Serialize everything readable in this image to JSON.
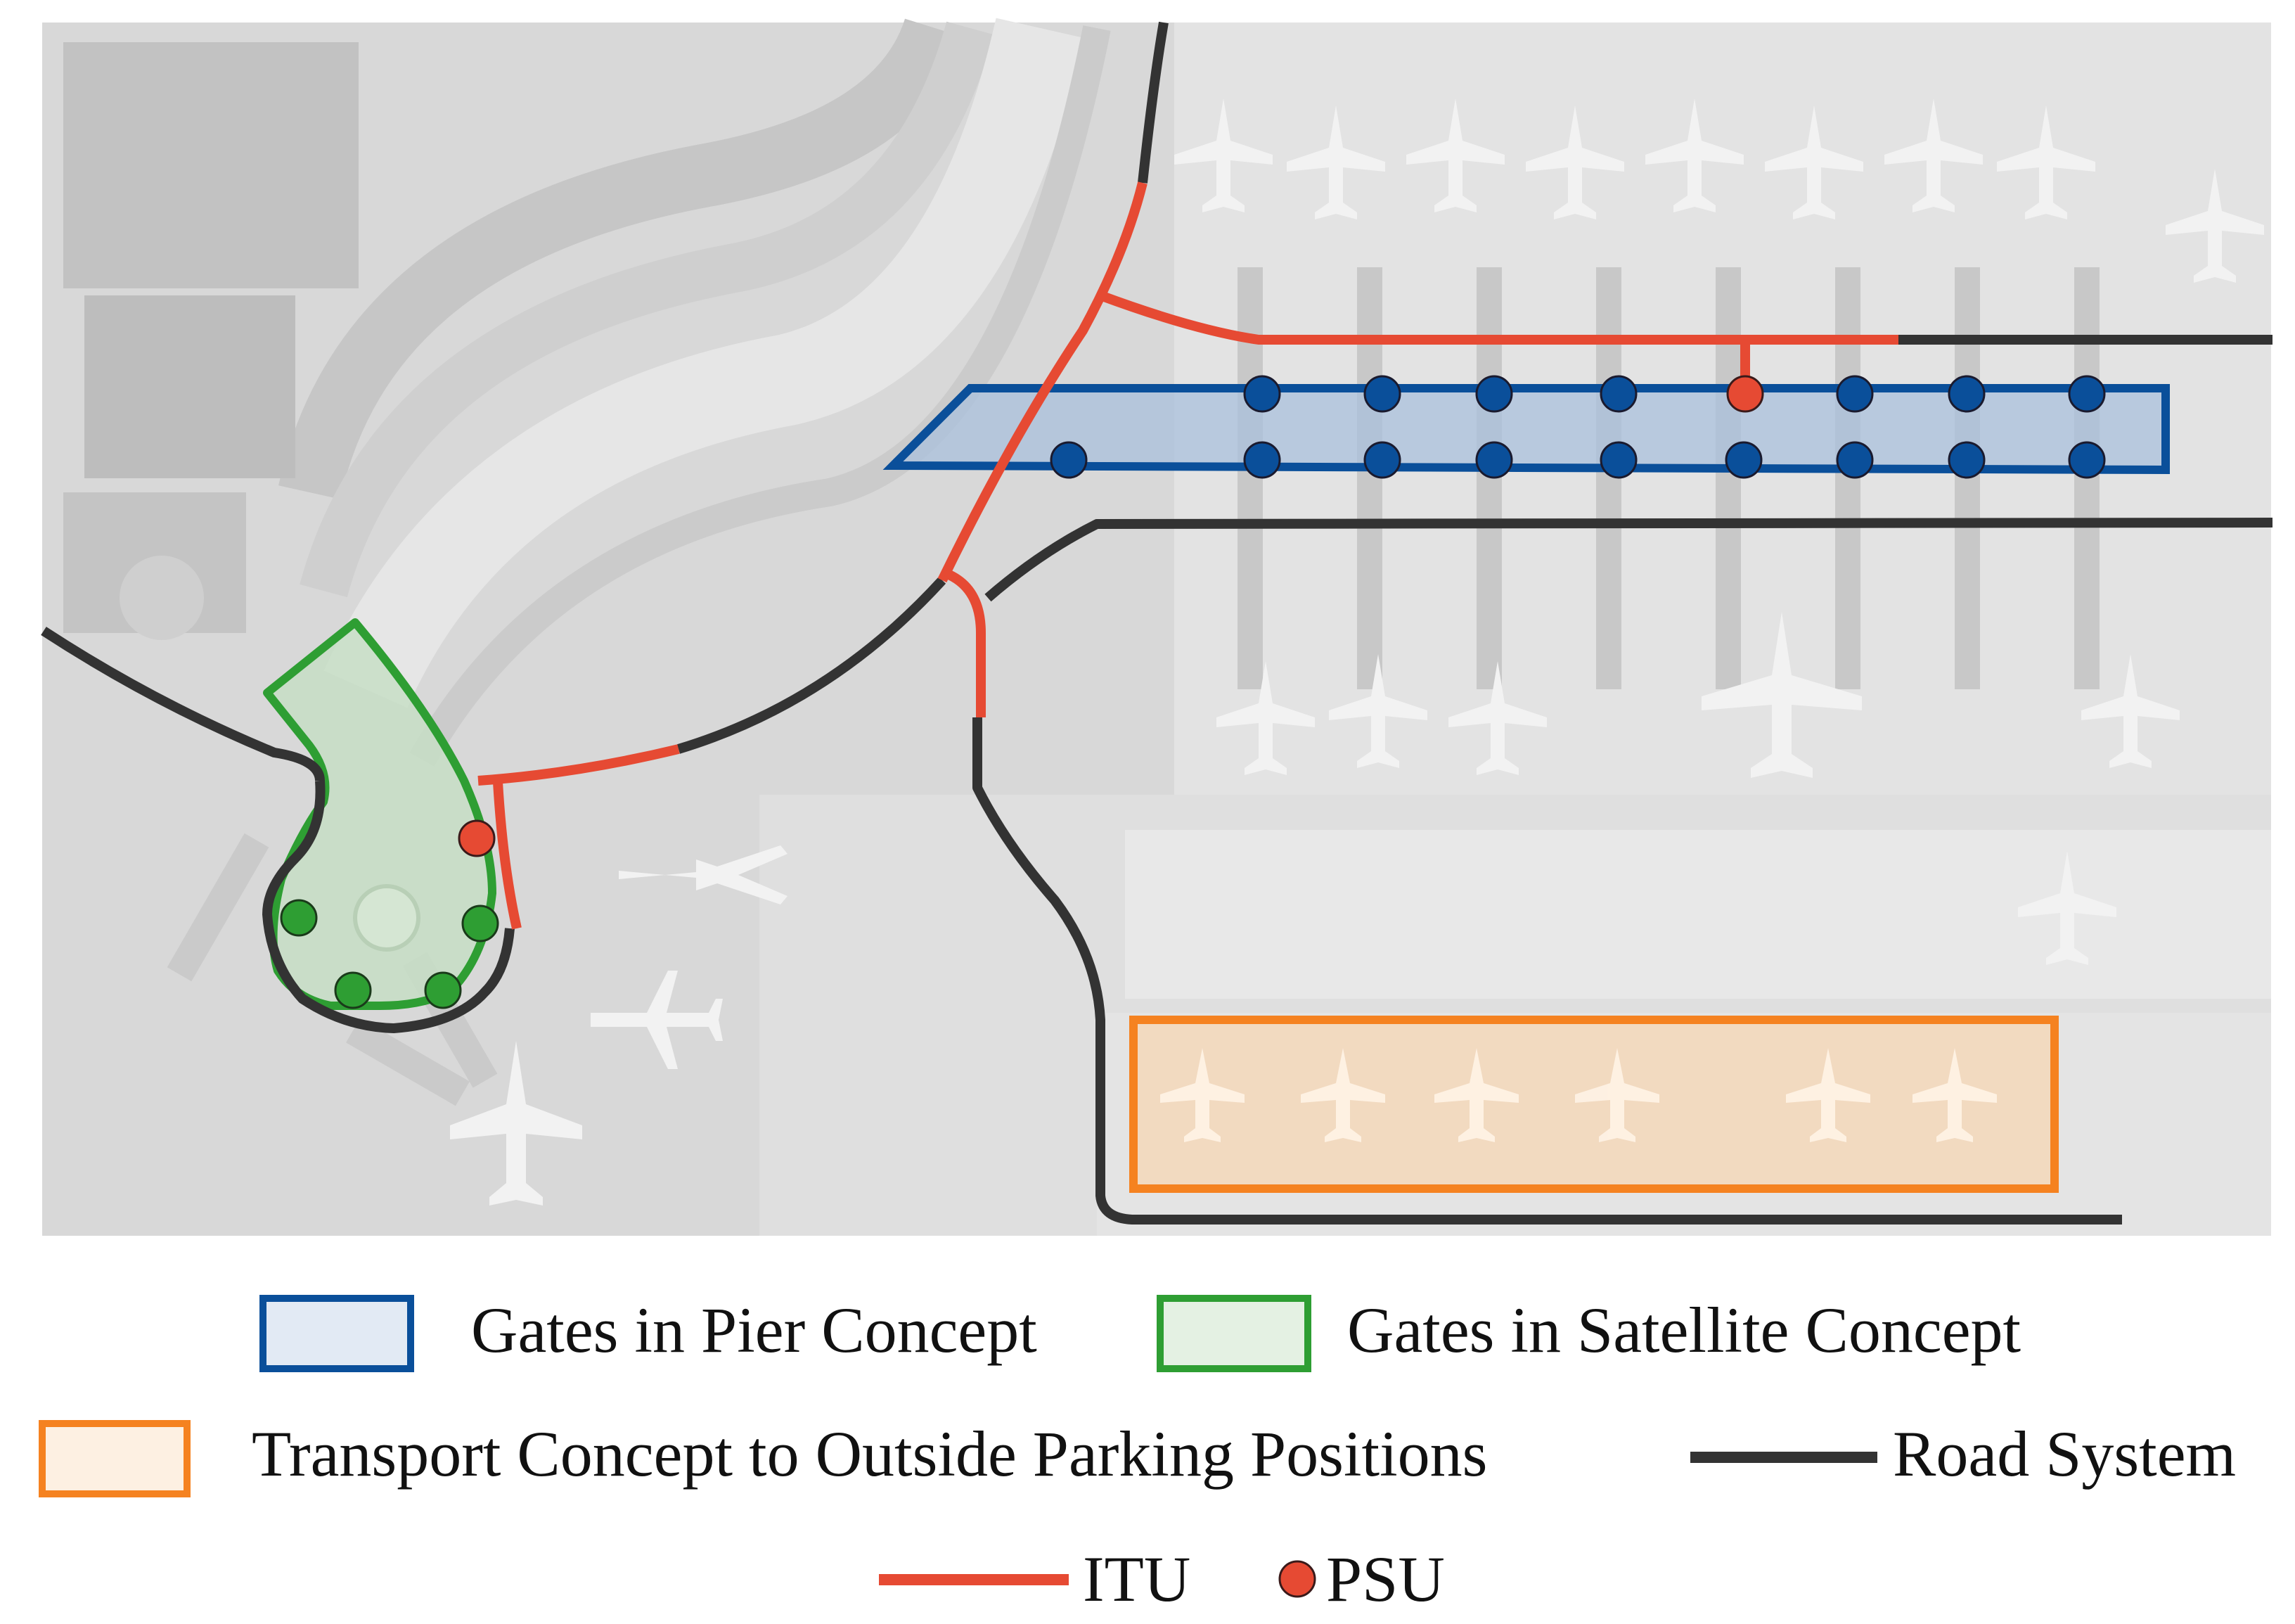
{
  "legend": {
    "pier": "Gates in Pier Concept",
    "satellite": "Gates in Satellite Concept",
    "transport": "Transport Concept to Outside Parking Positions",
    "road": "Road System",
    "itu": "ITU",
    "psu": "PSU"
  },
  "colors": {
    "road": "#333333",
    "itu": "#e64a33",
    "psu": "#e64a33",
    "pier": "#0a4f9a",
    "satellite": "#2e9e33",
    "transport": "#f58220",
    "background_photo": "#d9d9d9"
  }
}
